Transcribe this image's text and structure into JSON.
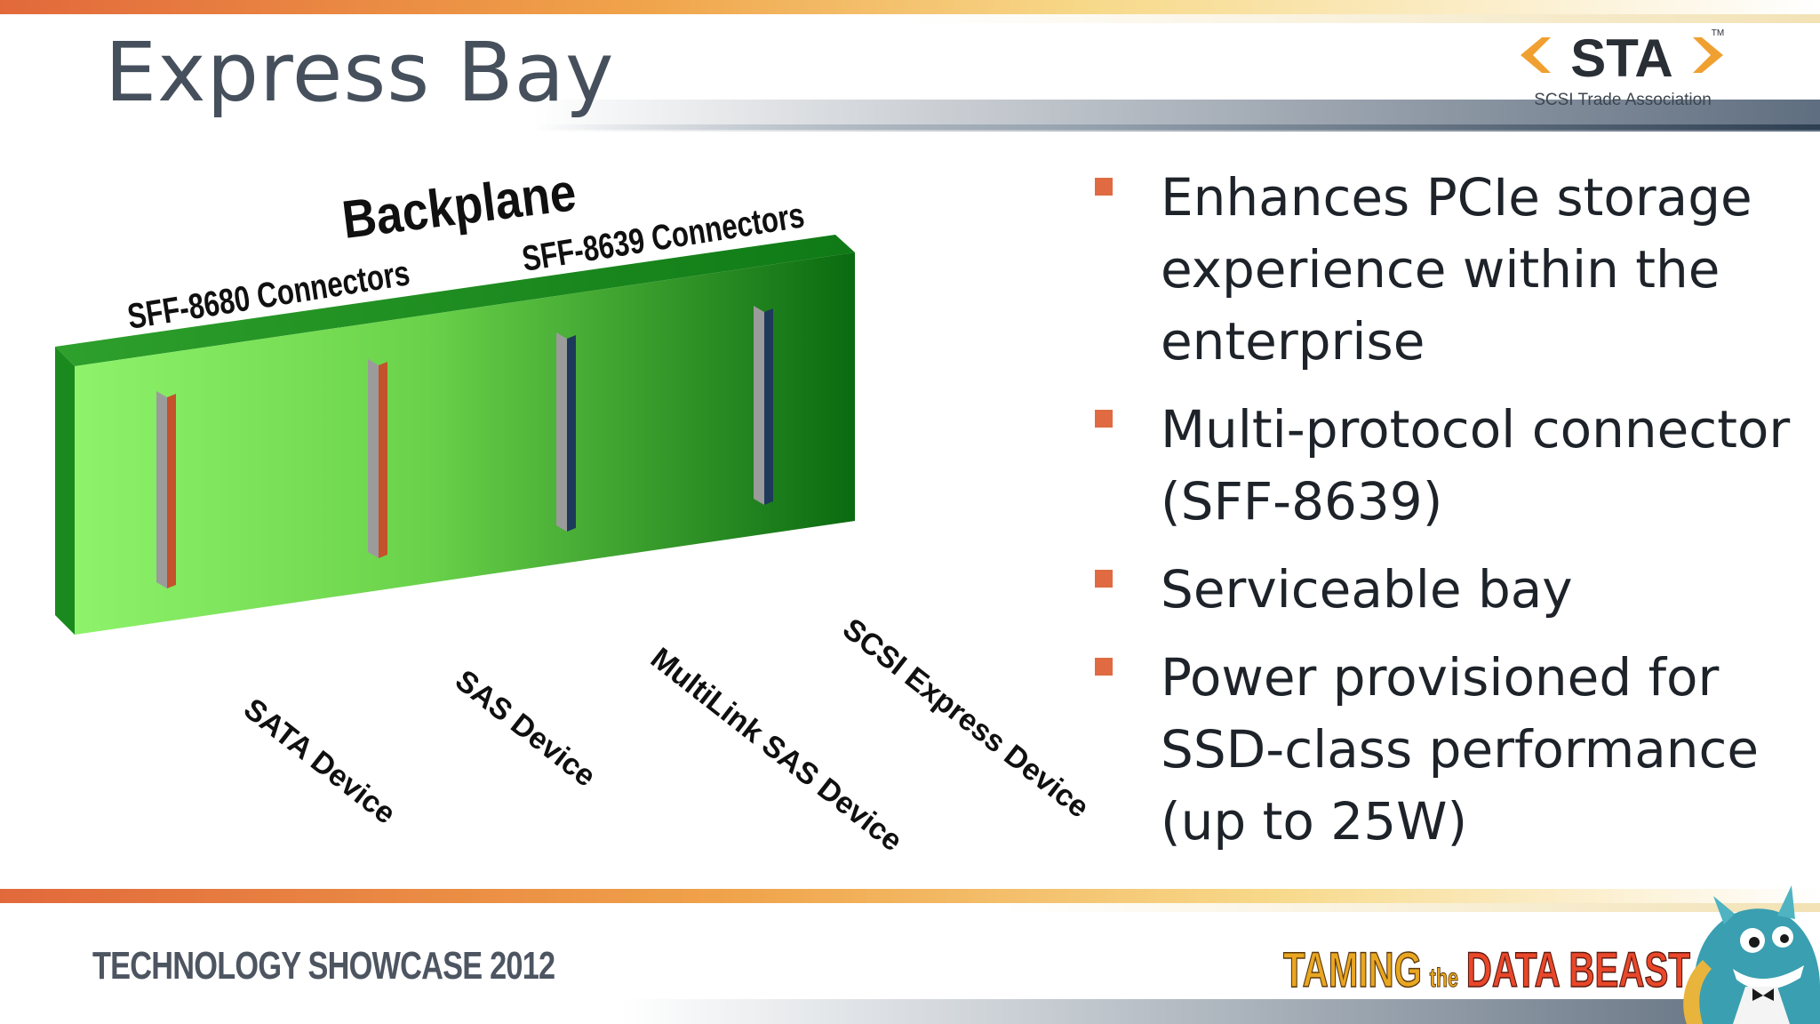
{
  "slide": {
    "title": "Express Bay"
  },
  "logo": {
    "letters": "STA",
    "trademark": "TM",
    "org_name": "SCSI Trade Association",
    "colors": {
      "arrow": "#f0a030",
      "text": "#2a2f36"
    }
  },
  "diagram": {
    "backplane_label": "Backplane",
    "connector_labels": [
      "SFF-8680 Connectors",
      "SFF-8639 Connectors"
    ],
    "device_labels": [
      "SATA Device",
      "SAS Device",
      "MultiLink SAS Device",
      "SCSI Express Device"
    ],
    "connector_colors": [
      "#c4522b",
      "#c4522b",
      "#1e3a5a",
      "#1e3a5a"
    ],
    "board_colors": {
      "light": "#8ef36a",
      "dark": "#0a6a10",
      "top": "#1e8c22"
    }
  },
  "bullets": [
    {
      "text": "Enhances PCIe storage experience within the enterprise"
    },
    {
      "text": "Multi-protocol connector (SFF-8639)"
    },
    {
      "text": "Serviceable bay"
    },
    {
      "text": "Power provisioned for SSD-class performance (up to 25W)"
    }
  ],
  "footer": {
    "event": "TECHNOLOGY SHOWCASE 2012",
    "tagline_part1": "TAMING",
    "tagline_part2": "the",
    "tagline_part3": "DATA BEAST"
  }
}
